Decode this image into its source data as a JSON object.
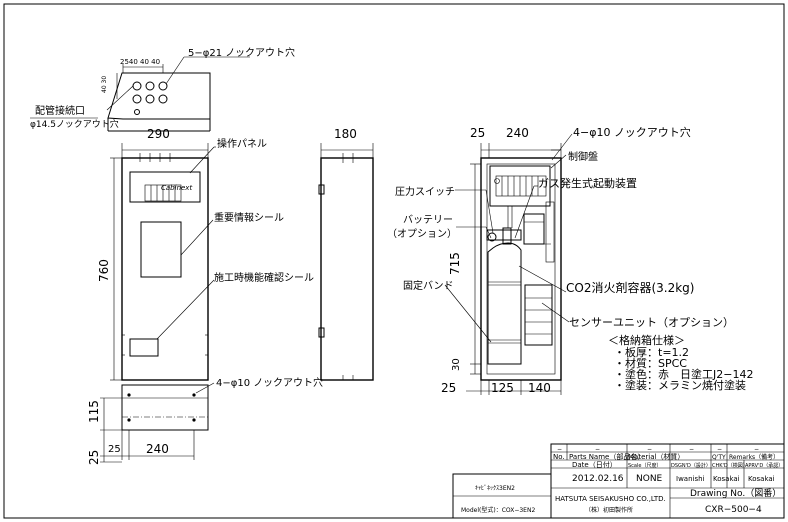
{
  "top_view": {
    "knockout_label": "5−φ21 ノックアウト穴",
    "dim_top": "2540 40 40",
    "dim_side": "40 30",
    "pipe_label": "配管接続口",
    "pipe_sub": "φ14.5ノックアウト穴"
  },
  "front_view": {
    "width": "290",
    "height": "760",
    "panel_label": "操作パネル",
    "info_seal_label": "重要情報シール",
    "construction_seal_label": "施工時機能確認シール",
    "logo_text": "Cabinext"
  },
  "side_view": {
    "depth": "180"
  },
  "interior_view": {
    "dim_25": "25",
    "dim_240": "240",
    "dim_715": "715",
    "dim_30": "30",
    "bottom_25": "25",
    "bottom_125": "125",
    "bottom_140": "140",
    "knockout4": "4−φ10 ノックアウト穴",
    "control_panel": "制御盤",
    "gas_device": "ガス発生式起動装置",
    "pressure_switch": "圧力スイッチ",
    "battery": "バッテリー",
    "battery_option": "（オプション）",
    "band": "固定バンド",
    "co2": "CO2消火剤容器(3.2kg)",
    "sensor": "センサーユニット（オプション）",
    "spec_title": "＜格納箱仕様＞",
    "spec_thickness": "・板厚：t=1.2",
    "spec_material": "・材質：SPCC",
    "spec_color": "・塗色：赤　日塗工J2−142",
    "spec_paint": "・塗装：メラミン焼付塗装"
  },
  "bottom_view": {
    "knockout": "4−φ10 ノックアウト穴",
    "dim_115": "115",
    "dim_25a": "25",
    "dim_240": "240",
    "dim_25b": "25"
  },
  "title_block": {
    "dash": "−",
    "no_label": "No.",
    "parts_name": "Parts Name（部品名）",
    "material": "Material（材質）",
    "qty": "Q'TY",
    "remarks": "Remarks（備考）",
    "date_label": "Date（日付）",
    "scale_label": "Scale（尺度）",
    "dsgnd": "DSGN'D（設計）",
    "chkd": "CHK'D（検図）",
    "aprvd": "APRV'D（承認）",
    "date": "2012.02.16",
    "scale": "NONE",
    "designer": "Iwanishi",
    "checker": "Kosakai",
    "approver": "Kosakai",
    "product_name": "ｷｬﾋﾞﾈｯｸｽ3EN2",
    "model": "Model(型式)：COX−3EN2",
    "company": "HATSUTA SEISAKUSHO CO.,LTD.",
    "company_jp": "（株）初田製作所",
    "drawing_no_label": "Drawing No.（図番）",
    "drawing_no": "CXR−500−4"
  }
}
